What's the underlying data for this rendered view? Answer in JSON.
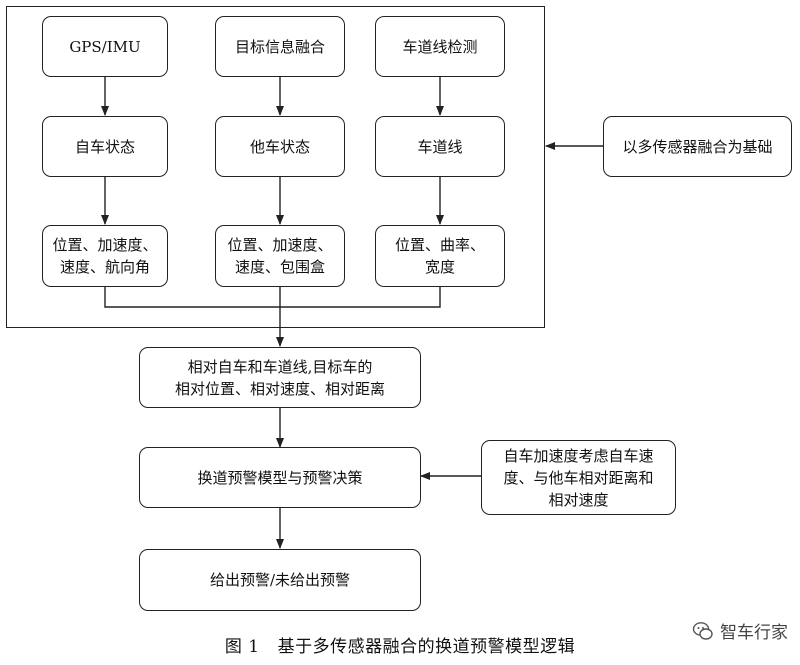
{
  "boxes": {
    "gps_imu": "GPS/IMU",
    "target_fusion": "目标信息融合",
    "lane_detection": "车道线检测",
    "ego_state": "自车状态",
    "other_state": "他车状态",
    "lane_line": "车道线",
    "ego_params": "位置、加速度、\n速度、航向角",
    "other_params": "位置、加速度、\n速度、包围盒",
    "lane_params": "位置、曲率、\n宽度",
    "fusion_basis": "以多传感器融合为基础",
    "relative_info": "相对自车和车道线,目标车的\n相对位置、相对速度、相对距离",
    "decision": "换道预警模型与预警决策",
    "ego_accel_note": "自车加速度考虑自车速\n度、与他车相对距离和\n相对速度",
    "output": "给出预警/未给出预警"
  },
  "caption": {
    "number": "图 1",
    "text": "基于多传感器融合的换道预警模型逻辑"
  },
  "watermark": {
    "text": "智车行家",
    "icon": "wechat-icon"
  }
}
